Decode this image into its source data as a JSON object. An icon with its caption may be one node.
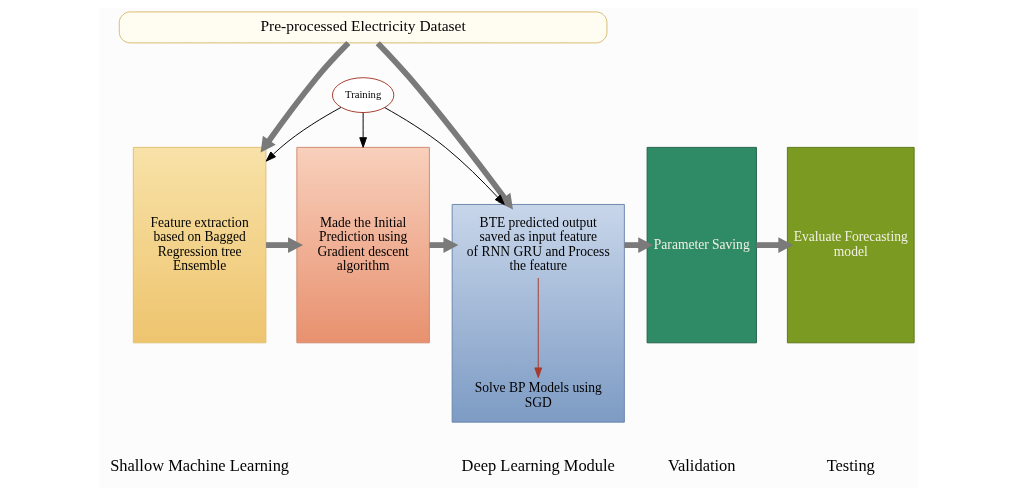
{
  "diagram": {
    "nodes": [
      {
        "text": [
          "Pre-processed Electricity Dataset"
        ]
      },
      {
        "text": [
          "Training"
        ]
      },
      {
        "text": [
          "Feature extraction based on Bagged Regression tree Ensemble"
        ]
      },
      {
        "text": [
          "Made the Initial Prediction using Gradient descent algorithm"
        ]
      },
      {
        "text": [],
        "shape": "box"
      },
      {
        "text": [
          "BTE predicted output saved as input feature of RNN GRU and Process the feature"
        ],
        "in": 4
      },
      {
        "text": [
          "Solve BP Models using SGD"
        ],
        "in": 4
      },
      {
        "text": [
          "Parameter Saving"
        ]
      },
      {
        "text": [
          "Evaluate Forecasting model"
        ]
      }
    ],
    "edges": [
      {
        "from": 0,
        "to": 2,
        "arrow": "to"
      },
      {
        "from": 0,
        "to": 4,
        "arrow": "to"
      },
      {
        "from": 1,
        "to": 2,
        "arrow": "to",
        "color": "#000000"
      },
      {
        "from": 1,
        "to": 3,
        "arrow": "to",
        "color": "#000000"
      },
      {
        "from": 1,
        "to": 4,
        "arrow": "to",
        "color": "#000000"
      },
      {
        "from": 2,
        "to": 3,
        "arrow": "to"
      },
      {
        "from": 3,
        "to": 4,
        "arrow": "to"
      },
      {
        "from": 4,
        "to": 7,
        "arrow": "to"
      },
      {
        "from": 7,
        "to": 8,
        "arrow": "to"
      },
      {
        "from": 5,
        "to": 6,
        "arrow": "to",
        "color": "#a83a2a"
      }
    ],
    "labels": [
      "Shallow Machine Learning",
      "Deep Learning Module",
      "Validation",
      "Testing"
    ]
  }
}
